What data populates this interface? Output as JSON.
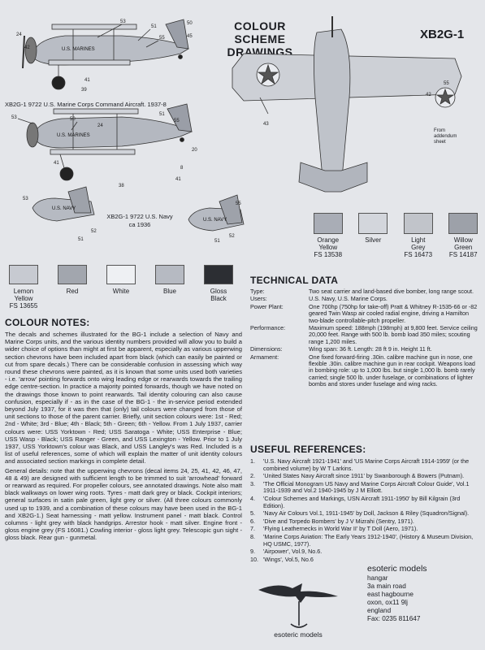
{
  "header": {
    "title_line1": "COLOUR SCHEME",
    "title_line2": "DRAWINGS",
    "model": "XB2G-1"
  },
  "captions": {
    "top": "XB2G-1 9722 U.S. Marine Corps Command Aircraft. 1937-8",
    "navy_line1": "XB2G-1  9722 U.S. Navy",
    "navy_line2": "ca 1936",
    "addendum": "From addendum sheet"
  },
  "markings": {
    "marines": "U.S. MARINES",
    "navy": "U.S. NAVY"
  },
  "callouts": [
    "53",
    "51",
    "55",
    "50",
    "45",
    "39",
    "24",
    "53",
    "50",
    "51",
    "55",
    "24",
    "20",
    "41",
    "41",
    "38",
    "8",
    "53",
    "51",
    "52",
    "55",
    "52",
    "51",
    "43",
    "42",
    "55",
    "41",
    "42"
  ],
  "swatches_right": [
    {
      "label": "Orange\nYellow\nFS 13538",
      "color": "#a9adb6"
    },
    {
      "label": "Silver",
      "color": "#d3d6dc"
    },
    {
      "label": "Light\nGrey\nFS 16473",
      "color": "#c1c4ca"
    },
    {
      "label": "Willow\nGreen\nFS 14187",
      "color": "#9da1a9"
    }
  ],
  "swatches_left": [
    {
      "label": "Lemon\nYellow\nFS 13655",
      "color": "#c7cad1"
    },
    {
      "label": "Red",
      "color": "#a2a6ae"
    },
    {
      "label": "White",
      "color": "#eef0f3"
    },
    {
      "label": "Blue",
      "color": "#b6bac2"
    },
    {
      "label": "Gloss\nBlack",
      "color": "#2c2e33"
    }
  ],
  "tech": {
    "heading": "TECHNICAL DATA",
    "rows": [
      {
        "k": "Type:",
        "v": "Two seat carrier and land-based dive bomber, long range scout."
      },
      {
        "k": "Users:",
        "v": "U.S. Navy, U.S. Marine Corps."
      },
      {
        "k": "Power Plant:",
        "v": "One 700hp (750hp for take-off) Pratt & Whitney R-1535-66 or -82 geared Twin Wasp air cooled radial engine, driving a Hamilton two-blade controllable-pitch propeller."
      },
      {
        "k": "Performance:",
        "v": "Maximum speed: 188mph (198mph) at 9,800 feet. Service ceiling 20,000 feet. Range with 500 lb. bomb load 350 miles; scouting range 1,200 miles."
      },
      {
        "k": "Dimensions:",
        "v": "Wing span: 36 ft. Length: 28 ft 9 in. Height 11 ft."
      },
      {
        "k": "Armament:",
        "v": "One fixed forward-firing .30in. calibre machine gun in nose, one flexible .30in. calibre machine gun in rear cockpit. Weapons load in bombing role: up to 1,000 lbs. but single 1,000 lb. bomb rarely carried; single 500 lb. under fuselage, or combinations of lighter bombs and stores under fuselage and wing racks."
      }
    ]
  },
  "refs": {
    "heading": "USEFUL REFERENCES:",
    "items": [
      {
        "n": "1.",
        "t": "'U.S. Navy Aircraft 1921-1941' and 'US Marine Corps Aircraft 1914-1959' (or the combined volume) by W T Larkins."
      },
      {
        "n": "2.",
        "t": "'United States Navy Aircraft since 1911' by Swanborough & Bowers (Putnam)."
      },
      {
        "n": "3.",
        "t": "'The Official Monogram US Navy and Marine Corps Aircraft Colour Guide', Vol.1 1911-1939 and Vol.2 1940-1945 by J M Elliott."
      },
      {
        "n": "4.",
        "t": "'Colour Schemes and Markings, USN Aircraft 1911-1950' by Bill Kilgrain (3rd Edition)."
      },
      {
        "n": "5.",
        "t": "'Navy Air Colours Vol.1, 1911-1945' by Doll, Jackson & Riley (Squadron/Signal)."
      },
      {
        "n": "6.",
        "t": "'Dive and Torpedo Bombers' by J V Mizrahi (Sentry, 1971)."
      },
      {
        "n": "7.",
        "t": "'Flying Leathernecks in World War II' by T Doll (Aero, 1971)."
      },
      {
        "n": "8.",
        "t": "'Marine Corps Aviation: The Early Years 1912-1940', (History & Museum Division, HQ USMC, 1977)."
      },
      {
        "n": "9.",
        "t": "'Airpower', Vol.9, No.6."
      },
      {
        "n": "10.",
        "t": "'Wings', Vol.5, No.6"
      }
    ]
  },
  "notes": {
    "heading": "COLOUR NOTES:",
    "p1": "The decals and schemes illustrated for the BG-1 include a selection of Navy and Marine Corps units, and the various identity numbers provided will allow you to build a wider choice of options than might at first be apparent, especially as various upperwing section chevrons have been included apart from black (which can easily be painted or cut from spare decals.)  There can be considerable confusion in assessing which way round these chevrons were painted, as it is known that some units used both varieties - i.e. 'arrow' pointing forwards onto wing leading edge or rearwards towards the trailing edge centre-section.  In practice a majority pointed forwards, though we have noted on the drawings those known to point rearwards.  Tail identity colouring can also cause confusion, especially if - as in the case of the BG-1 - the in-service period extended beyond July 1937, for it was then that (only) tail colours were changed from those of unit sections to those of the parent carrier.  Briefly, unit section colours were: 1st - Red; 2nd - White; 3rd - Blue; 4th - Black; 5th - Green; 6th - Yellow.  From 1 July 1937, carrier colours were:  USS Yorktown - Red; USS Saratoga - White; USS Enterprise - Blue; USS Wasp - Black; USS Ranger - Green, and USS Lexington - Yellow.  Prior to 1 July 1937, USS Yorktown's colour was Black, and USS Langley's was Red.  Included is a list of useful references, some of which will explain the matter of unit identity colours and associated section markings in complete detail.",
    "p2": "General details:  note that the upperwing chevrons (decal items 24, 25, 41, 42, 46, 47, 48 & 49) are designed with sufficient length to be trimmed to suit 'arrowhead' forward or rearward as required.  For propeller colours, see annotated drawings.  Note also matt black walkways on lower wing roots.  Tyres - matt dark grey or black.  Cockpit interiors; general surfaces in satin pale green, light grey or silver.  (All three colours commonly used up to 1939, and a combination of these colours may have been used in the BG-1 and XB2G-1.)  Seat harnessing - matt yellow.  Instrument panel - matt black.  Control columns - light grey with black handgrips.  Arrestor hook - matt silver.  Engine front - gloss engine grey (FS 16081.)  Cowling interior - gloss light grey.  Telescopic gun sight - gloss black.  Rear gun - gunmetal."
  },
  "company": {
    "name": "esoteric models",
    "lines": [
      "hangar",
      "3a main road",
      "east hagbourne",
      "oxon, ox11 9lj",
      "england",
      "Fax:  0235 811647"
    ],
    "logo_text": "esoteric models"
  },
  "colors": {
    "background": "#e4e6ea",
    "ink": "#1b1d22"
  }
}
